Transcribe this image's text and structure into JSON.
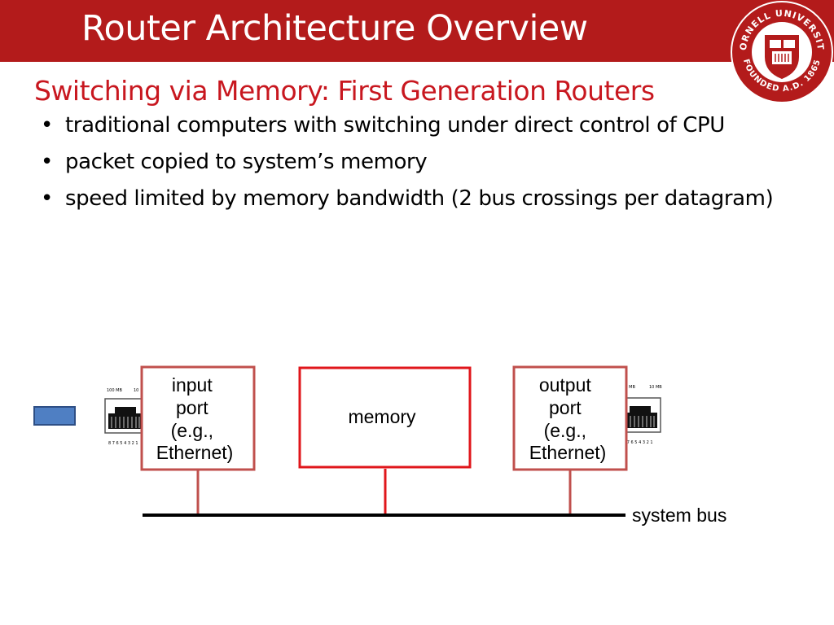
{
  "title": "Router Architecture Overview",
  "subtitle": "Switching via Memory: First Generation Routers",
  "bullets": [
    "traditional computers with switching under direct control of CPU",
    "packet copied to system’s memory",
    " speed limited by memory bandwidth (2 bus crossings per datagram)"
  ],
  "logo": {
    "name": "cornell-university-seal",
    "text_top": "CORNELL UNIVERSITY",
    "text_bottom": "FOUNDED A.D. 1865",
    "color": "#b31b1b"
  },
  "diagram": {
    "input_port": [
      "input",
      "port",
      "(e.g.,",
      "Ethernet)"
    ],
    "memory": "memory",
    "output_port": [
      "output",
      "port",
      "(e.g.,",
      "Ethernet)"
    ],
    "bus_label": "system bus",
    "jack_label_left": "100 MB",
    "jack_label_right": "10 MB",
    "jack_pins": "8 7 6 5 4 3 2 1",
    "colors": {
      "box_stroke": "#c0504d",
      "memory_stroke": "#e0161b",
      "packet": "#4f7fc3",
      "led": "#7be37b"
    }
  }
}
